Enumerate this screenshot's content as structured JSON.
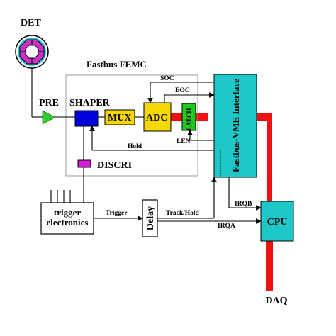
{
  "colors": {
    "background": "#ffffff",
    "detector_fill": "#c832c8",
    "preamp_fill": "#2ecc2e",
    "shaper_fill": "#0000dd",
    "mux_fill": "#f5d800",
    "adc_fill": "#f5d800",
    "latch_fill": "#20c820",
    "interface_fill": "#1ec8c8",
    "cpu_fill": "#1ec8c8",
    "discri_fill": "#d21ed2",
    "data_bus": "#ee1111",
    "femc_border": "#999999"
  },
  "labels": {
    "det": "DET",
    "pre": "PRE",
    "femc_title": "Fastbus FEMC",
    "shaper": "SHAPER",
    "mux": "MUX",
    "adc": "ADC",
    "latch": "LATCH",
    "soc": "SOC",
    "eoc": "EOC",
    "len": "LEN",
    "hold": "Hold",
    "discri": "DISCRI",
    "interface": "Fastbus-VME Interface",
    "trigger_electronics_line1": "trigger",
    "trigger_electronics_line2": "electronics",
    "trigger": "Trigger",
    "delay": "Delay",
    "track_hold": "Track/Hold",
    "irqa": "IRQA",
    "irqb": "IRQB",
    "cpu": "CPU",
    "daq": "DAQ"
  }
}
